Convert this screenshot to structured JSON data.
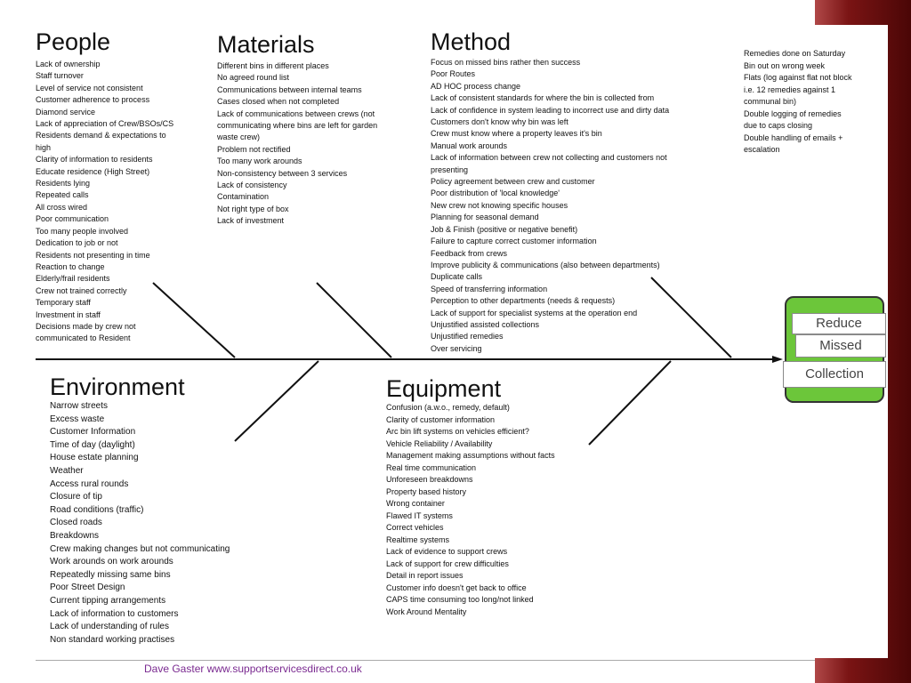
{
  "people": {
    "title": "People",
    "items": [
      "Lack of ownership",
      "Staff turnover",
      "Level of service not consistent",
      "Customer adherence to process",
      "Diamond service",
      "Lack of appreciation of Crew/BSOs/CS",
      "Residents demand & expectations to",
      "high",
      "Clarity of information to residents",
      "Educate residence (High Street)",
      "Residents lying",
      "Repeated calls",
      "All cross wired",
      "Poor communication",
      "Too many people involved",
      "Dedication to job or not",
      "Residents not presenting in time",
      "Reaction to change",
      "Elderly/frail residents",
      "Crew not trained correctly",
      "Temporary staff",
      "Investment in staff",
      "Decisions made by crew not",
      "communicated to Resident"
    ]
  },
  "materials": {
    "title": "Materials",
    "items": [
      "Different bins in different places",
      "No agreed round list",
      "Communications between internal teams",
      "Cases closed when not completed",
      "Lack of communications between crews (not",
      "communicating where bins are left for garden",
      "waste crew)",
      "Problem not rectified",
      "Too many work arounds",
      "Non-consistency between 3 services",
      "Lack of consistency",
      "Contamination",
      "Not right type of box",
      "Lack of investment"
    ]
  },
  "method": {
    "title": "Method",
    "items": [
      "Focus on missed bins rather then success",
      "Poor Routes",
      "AD HOC process change",
      "Lack of consistent standards for where the bin is collected from",
      "Lack of confidence in system leading to incorrect use and dirty data",
      "Customers don't know why bin was left",
      "Crew must know where a property leaves it's bin",
      "Manual work arounds",
      "Lack of information between crew not collecting and customers not",
      "presenting",
      "Policy agreement between crew and customer",
      "Poor distribution of 'local knowledge'",
      "New crew not knowing specific houses",
      "Planning for seasonal demand",
      "Job & Finish (positive or negative benefit)",
      "Failure to capture correct customer information",
      "Feedback from crews",
      "Improve publicity & communications (also between departments)",
      "Duplicate calls",
      "Speed of transferring information",
      "Perception to other departments (needs & requests)",
      "Lack of support for specialist systems at the operation end",
      "Unjustified assisted collections",
      "Unjustified remedies",
      "Over servicing"
    ]
  },
  "remedies": {
    "items": [
      "Remedies done on Saturday",
      "Bin out on wrong week",
      "Flats (log against flat not block",
      "i.e. 12 remedies against 1",
      "communal bin)",
      "Double logging of remedies",
      "due to caps closing",
      "Double handling of emails +",
      "escalation"
    ]
  },
  "environment": {
    "title": "Environment",
    "items": [
      "Narrow streets",
      "Excess waste",
      "Customer Information",
      "Time of day (daylight)",
      "House estate planning",
      "Weather",
      "Access rural rounds",
      "Closure of tip",
      "Road conditions (traffic)",
      "Closed roads",
      "Breakdowns",
      "Crew making changes but not communicating",
      "Work arounds on work arounds",
      "Repeatedly missing same bins",
      "Poor Street Design",
      "Current tipping arrangements",
      "Lack of information to customers",
      "Lack of understanding of rules",
      "Non standard working practises"
    ]
  },
  "equipment": {
    "title": "Equipment",
    "items": [
      "Confusion (a.w.o., remedy, default)",
      "Clarity of customer information",
      "Arc bin lift systems on vehicles efficient?",
      "Vehicle Reliability / Availability",
      "Management making assumptions without facts",
      "Real time communication",
      "Unforeseen breakdowns",
      "Property based history",
      "Wrong container",
      "Flawed IT systems",
      "Correct vehicles",
      "Realtime systems",
      "Lack of evidence to support crews",
      "Lack of support for crew difficulties",
      "Detail in report issues",
      "Customer info doesn't get back to office",
      "CAPS time consuming too long/not linked",
      "Work Around Mentality"
    ]
  },
  "effect": {
    "lines": [
      "Reduce",
      "Missed",
      "Collection"
    ],
    "box_color": "#6cc63a"
  },
  "footer": {
    "text": "Dave Gaster  www.supportservicesdirect.co.uk",
    "color": "#7a2a90"
  }
}
